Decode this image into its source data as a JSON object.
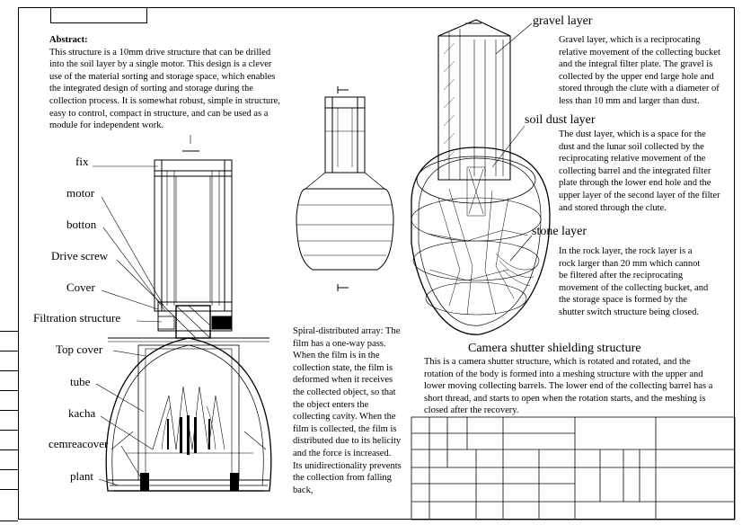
{
  "header": {
    "top_label": "",
    "sidebar_labels": [
      "",
      "",
      "",
      "",
      "",
      "",
      "",
      "",
      ""
    ]
  },
  "abstract": {
    "title": "Abstract:",
    "lines": [
      "This structure is a 10mm drive structure that can be drilled",
      "into the soil layer by a single motor. This design is a clever",
      "use of the material sorting and storage space, which enables",
      "the integrated design of sorting and storage during the",
      "collection process. It is somewhat robust, simple in structure,",
      "easy to control, compact in structure, and can be used as a",
      "module for independent work."
    ]
  },
  "part_labels": [
    "fix",
    "motor",
    "botton",
    "Drive screw",
    "Cover",
    "Filtration structure",
    "Top cover",
    "tube",
    "kacha",
    "cemreacover",
    "plant"
  ],
  "section_marks": [
    "",
    "",
    ""
  ],
  "spiral": {
    "lines": [
      "Spiral-distributed array: The",
      "film has a one-way pass.",
      "When the film is in the",
      "collection state, the film is",
      "deformed when it receives",
      "the collected object, so that",
      "the object enters the",
      "collecting cavity. When the",
      "film is collected, the film is",
      "distributed due to its helicity",
      "and the force is increased.",
      "Its unidirectionality prevents",
      "the collection from falling",
      "back,"
    ]
  },
  "gravel": {
    "title": "gravel layer",
    "lines": [
      "Gravel layer, which is a reciprocating",
      "relative movement of the collecting bucket",
      "and the integral filter plate. The gravel is",
      "collected by the upper end large hole and",
      "stored through the clute with a diameter of",
      "less than 10 mm and larger than dust."
    ]
  },
  "soil": {
    "title": "soil dust layer",
    "lines": [
      "The dust layer, which is a space for the",
      "dust and the lunar soil collected by the",
      "reciprocating relative movement of the",
      "collecting barrel and the integrated filter",
      "plate through the lower end hole and the",
      "upper layer of the second layer of the filter",
      "and stored through the clute."
    ]
  },
  "stone": {
    "title": "stone layer",
    "lines": [
      "In the rock layer, the rock layer is a",
      "rock larger than 20 mm which cannot",
      "be filtered after the reciprocating",
      "movement of the collecting bucket, and",
      "the storage space is formed by the",
      "shutter switch structure being closed."
    ]
  },
  "camera": {
    "title": "Camera shutter shielding structure",
    "lines": [
      "This is a camera shutter structure, which is rotated and rotated, and the",
      "rotation of the body is formed into a meshing structure with the upper and",
      "lower moving collecting barrels. The lower end of the collecting barrel has a",
      "short thread, and starts to open when the rotation starts, and the meshing is",
      "closed after the recovery."
    ]
  },
  "title_block": {
    "cells": [
      "",
      "",
      "",
      "",
      "",
      "",
      "",
      "",
      "",
      "",
      "",
      "",
      ""
    ]
  }
}
